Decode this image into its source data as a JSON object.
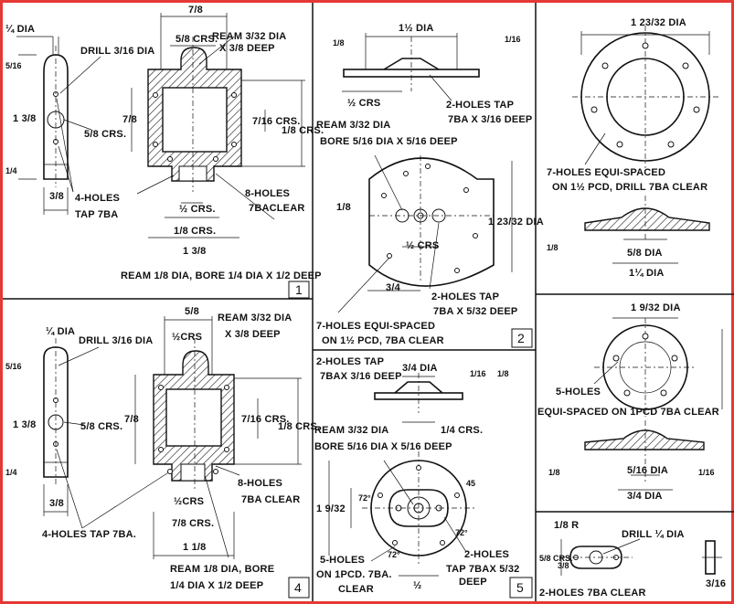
{
  "panels": {
    "p1": {
      "number": "1",
      "labels": {
        "dia_quarter": "¼ DIA",
        "drill": "DRILL 3/16 DIA",
        "top_width": "7/8",
        "crs_5_8": "5/8 CRS.",
        "ream": "REAM 3/32 DIA",
        "ream_deep": "X 3/8 DEEP",
        "crs_5_8_side": "5/8 CRS.",
        "holes4": "4-HOLES",
        "tap": "TAP 7BA",
        "half_crs": "½ CRS.",
        "crs_1_8": "1/8 CRS.",
        "holes8": "8-HOLES",
        "clear": "7BACLEAR",
        "w_1_3_8": "1 3/8",
        "ream_bore": "REAM 1/8 DIA, BORE 1/4 DIA X 1/2 DEEP",
        "h_7_8": "7/8",
        "crs_7_16": "7/16 CRS.",
        "crs_1_8_v": "1/8 CRS.",
        "h_1_3_8": "1 3/8",
        "w_3_8": "3/8",
        "v_5_16": "5/16",
        "v_1_4": "1/4"
      }
    },
    "p2": {
      "number": "2",
      "labels": {
        "top_dia": "1½ DIA",
        "holes2_tap": "2-HOLES TAP",
        "tap_deep": "7BA X 3/16 DEEP",
        "half_crs": "½ CRS",
        "ream": "REAM 3/32 DIA",
        "bore": "BORE 5/16 DIA X 5/16 DEEP",
        "dia_1_23_32": "1 23/32 DIA",
        "crs_half": "½ CRS",
        "w_3_4": "3/4",
        "holes2_tap_b": "2-HOLES TAP",
        "tap_deep_b": "7BA X 5/32 DEEP",
        "holes7": "7-HOLES EQUI-SPACED",
        "pcd": "ON 1½ PCD, 7BA CLEAR",
        "v_1_8": "1/8",
        "v_1_16": "1/16"
      }
    },
    "p3": {
      "labels": {
        "top_dia": "1 23/32 DIA",
        "holes7": "7-HOLES EQUI-SPACED",
        "pcd": "ON 1½ PCD, DRILL 7BA CLEAR",
        "dia_5_8": "5/8 DIA",
        "dia_1_4": "1¼ DIA",
        "v_1_8": "1/8"
      }
    },
    "p4": {
      "number": "4",
      "labels": {
        "dia_quarter": "¼ DIA",
        "drill": "DRILL 3/16 DIA",
        "top_5_8": "5/8",
        "half_crs": "½CRS",
        "ream": "REAM 3/32 DIA",
        "ream_deep": "X 3/8 DEEP",
        "crs_5_8": "5/8 CRS.",
        "crs_7_16": "7/16 CRS.",
        "crs_1_8": "1/8 CRS.",
        "h_7_8": "7/8",
        "h_1_3_8": "1 3/8",
        "holes8": "8-HOLES",
        "clear": "7BA CLEAR",
        "half_crs_b": "½CRS",
        "crs_7_8": "7/8 CRS.",
        "w_1_1_8": "1 1/8",
        "holes4": "4-HOLES TAP 7BA.",
        "ream_bore": "REAM 1/8 DIA, BORE",
        "bore_deep": "1/4 DIA X 1/2 DEEP",
        "w_3_8": "3/8",
        "v_5_16": "5/16",
        "v_1_4": "1/4"
      }
    },
    "p5": {
      "number": "5",
      "labels": {
        "holes2_tap": "2-HOLES TAP",
        "tap_deep": "7BAX 3/16 DEEP",
        "dia_3_4": "3/4 DIA",
        "ream": "REAM 3/32 DIA",
        "bore": "BORE 5/16 DIA X 5/16 DEEP",
        "crs_1_4": "1/4 CRS.",
        "dia_1_9_32": "1 9/32",
        "holes5": "5-HOLES",
        "pcd": "ON 1PCD. 7BA.",
        "clear": "CLEAR",
        "half": "½",
        "holes2_tap_b": "2-HOLES",
        "tap_deep_b": "TAP 7BAX 5/32",
        "deep": "DEEP",
        "a72a": "72°",
        "a72b": "72°",
        "a72c": "72°",
        "a45": "45",
        "v_1_16": "1/16",
        "v_1_8": "1/8"
      }
    },
    "p6": {
      "labels": {
        "top_dia": "1 9/32 DIA",
        "holes5": "5-HOLES",
        "pcd": "EQUI-SPACED ON 1PCD 7BA CLEAR",
        "dia_5_16": "5/16 DIA",
        "dia_3_4": "3/4 DIA",
        "v_1_8": "1/8",
        "v_1_16": "1/16"
      }
    },
    "p7": {
      "labels": {
        "r": "1/8 R",
        "drill": "DRILL ¼ DIA",
        "crs": "5/8 CRS.",
        "v_3_8": "3/8",
        "holes2": "2-HOLES 7BA CLEAR",
        "v_3_16": "3/16"
      }
    }
  },
  "colors": {
    "frame": "#e53935",
    "ink": "#111111",
    "paper": "#ffffff"
  }
}
